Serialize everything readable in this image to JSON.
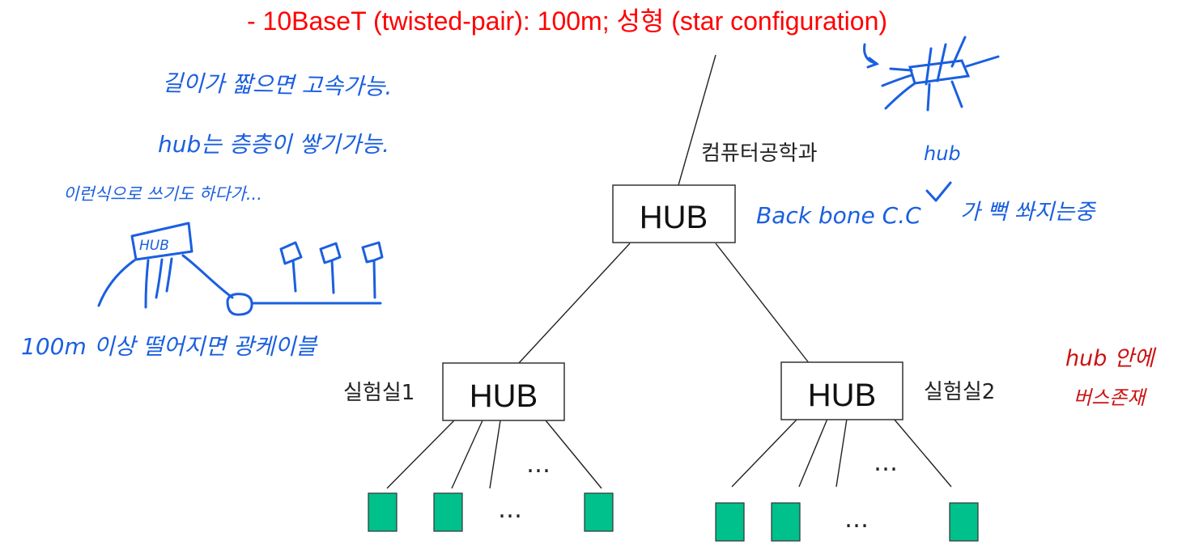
{
  "title": "- 10BaseT (twisted-pair): 100m;  성형 (star configuration)",
  "hubs": {
    "main": {
      "label": "HUB",
      "name": "컴퓨터공학과"
    },
    "left": {
      "label": "HUB",
      "name": "실험실1"
    },
    "right": {
      "label": "HUB",
      "name": "실험실2"
    }
  },
  "ellipsis": "…",
  "annotations": {
    "short_length": "길이가 짧으면 고속가능.",
    "hub_stack": "hub는 층층이 쌓기가능.",
    "this_way": "이런식으로 쓰기도 하다가...",
    "sketch_hub": "HUB",
    "distance": "100m 이상 떨어지면 광케이블",
    "hub_word": "hub",
    "backbone": "Back bone C.C",
    "dispersing": "가 뻑 쏴지는중",
    "bus_inside_line1": "hub 안에",
    "bus_inside_line2": "버스존재"
  },
  "colors": {
    "title": "#ff0000",
    "handwriting_blue": "#1a5fe0",
    "handwriting_red": "#cc1111",
    "line": "#222222",
    "node_fill": "#00c08b",
    "node_stroke": "#333333",
    "box_stroke": "#333333"
  }
}
